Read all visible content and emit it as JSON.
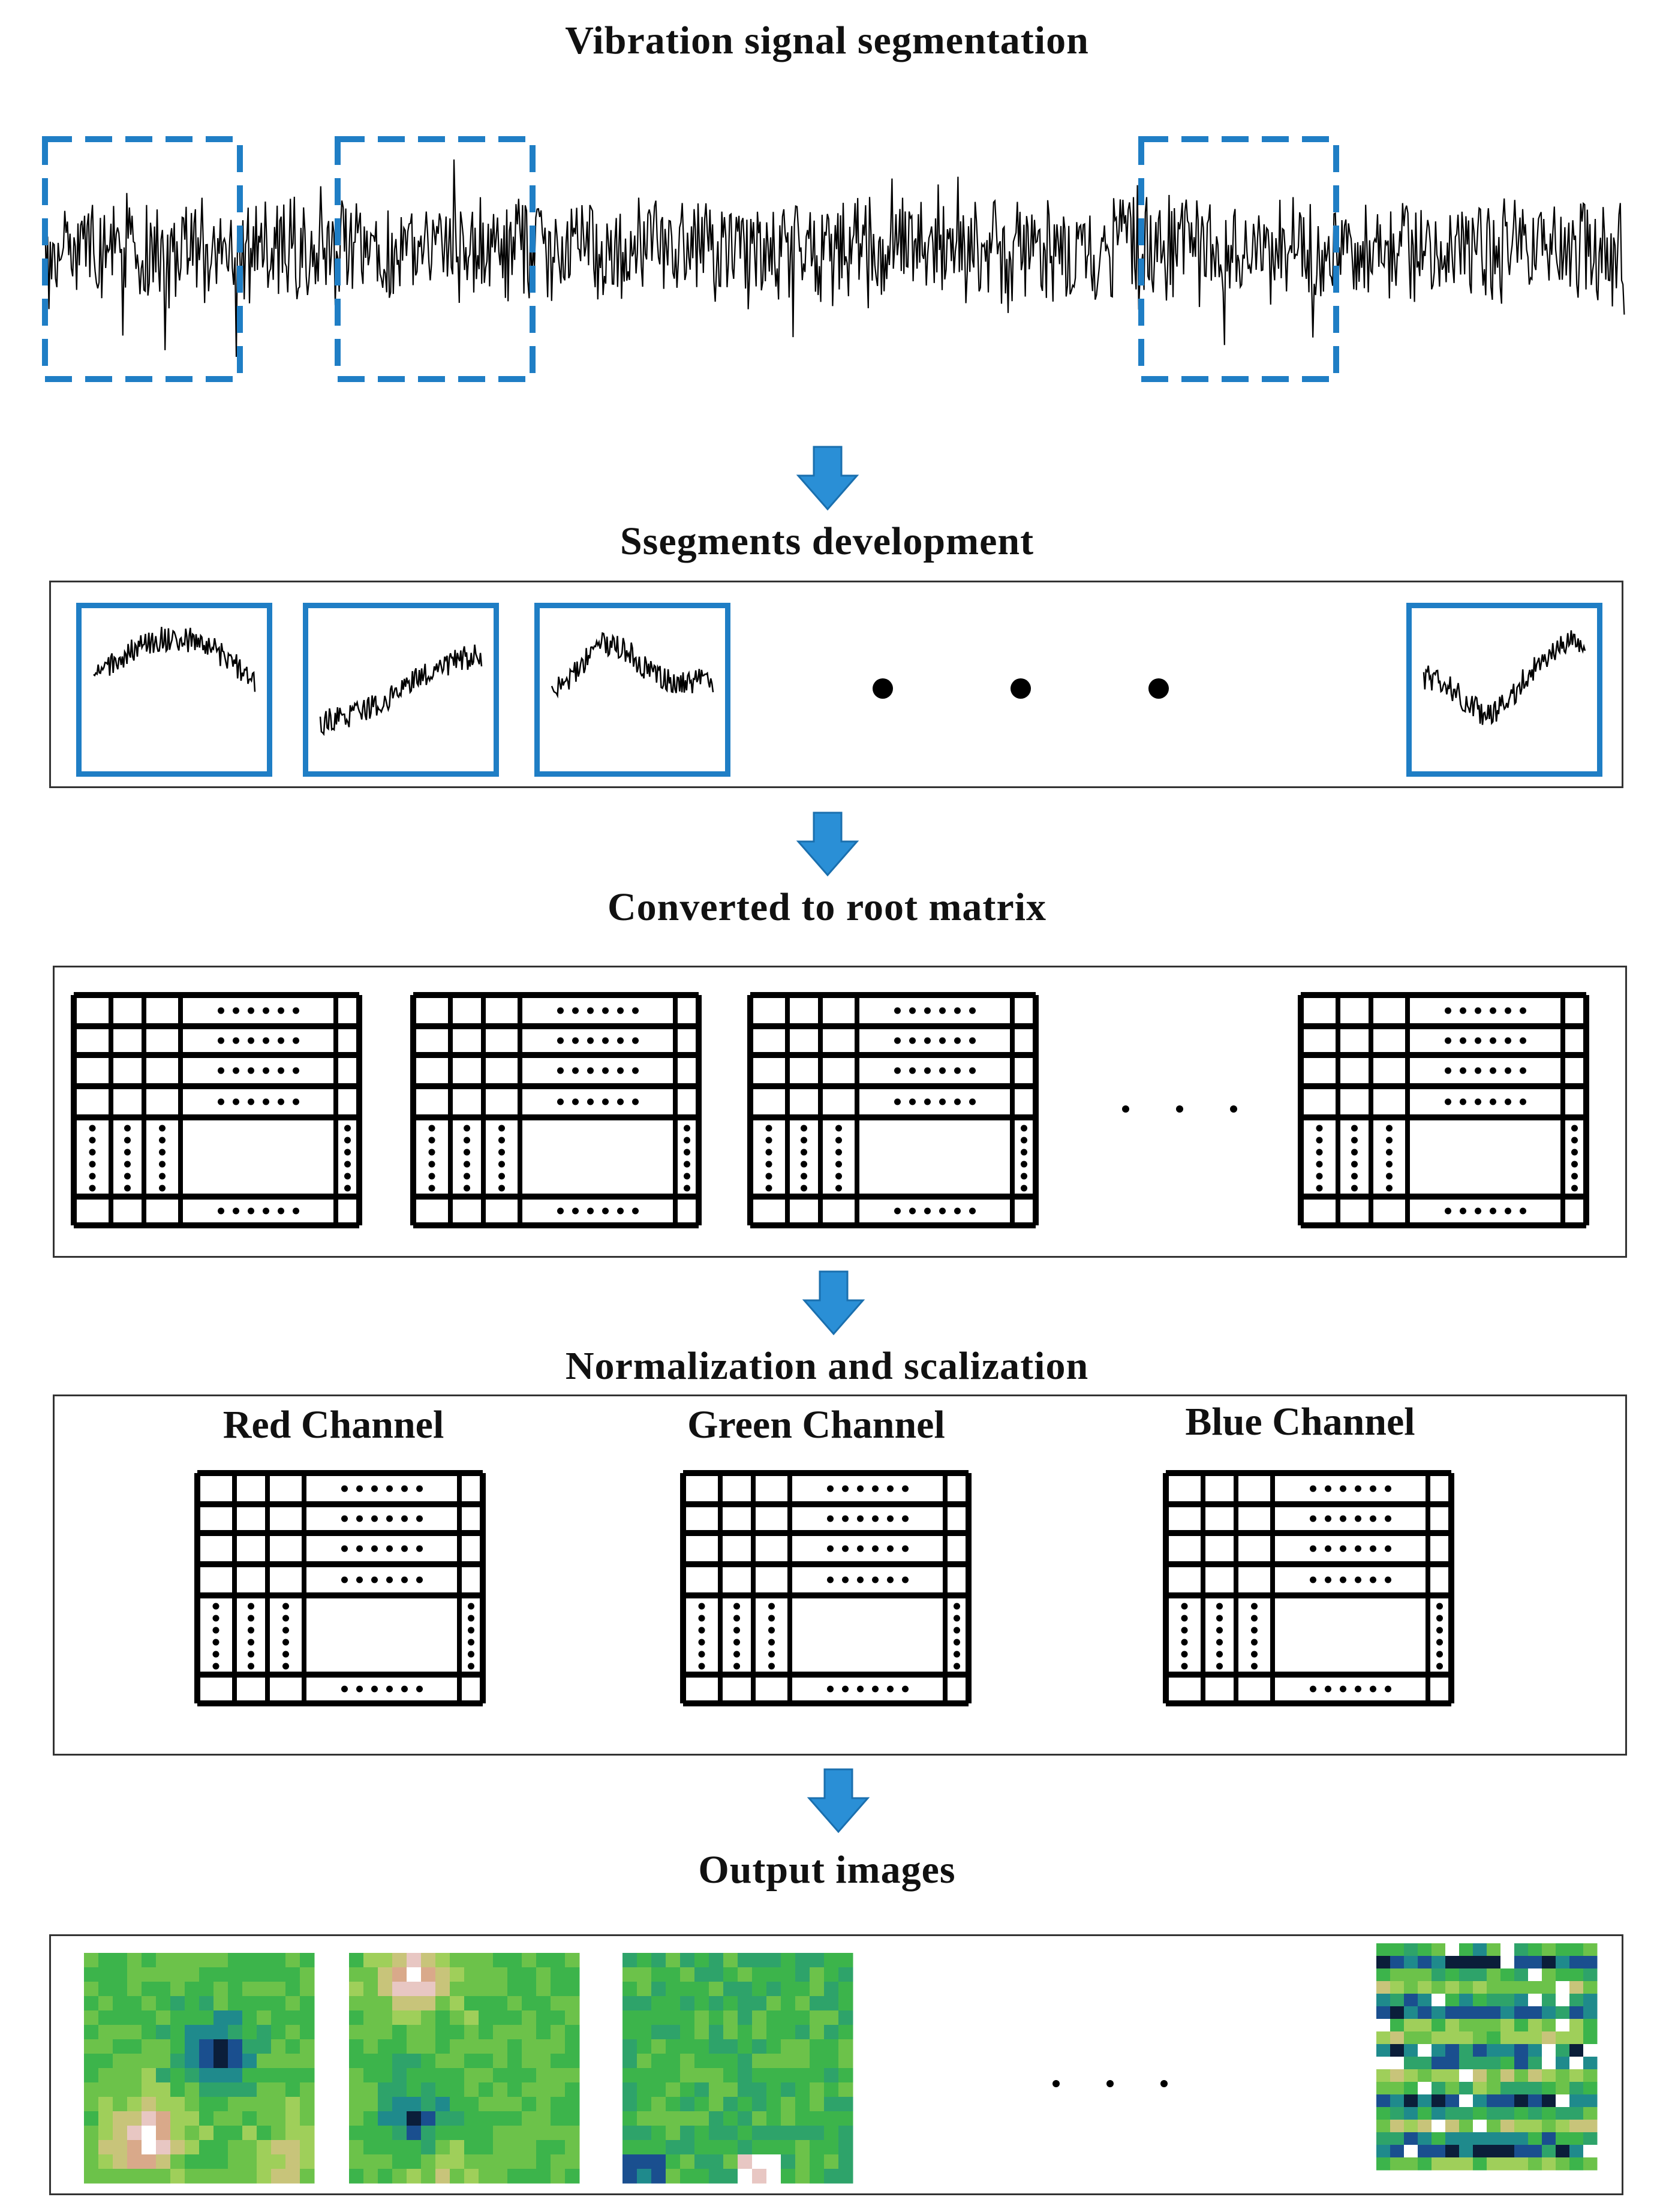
{
  "steps": {
    "segmentation": "Vibration signal segmentation",
    "segments": "Ssegments development",
    "matrix": "Converted to root matrix",
    "normalization": "Normalization and scalization",
    "output": "Output images"
  },
  "channels": [
    {
      "name": "Red Channel"
    },
    {
      "name": "Green Channel"
    },
    {
      "name": "Blue Channel"
    }
  ],
  "colors": {
    "accent_blue": "#1f7ec5",
    "arrow_blue": "#2a8fd6",
    "signal": "#000000",
    "palette": [
      "#0b1e3a",
      "#1a4f8f",
      "#1f8a8c",
      "#2ea36a",
      "#3cb44b",
      "#6cc24a",
      "#9fcf5a",
      "#c8c47a",
      "#d9a98a",
      "#e8c7c3",
      "#ffffff"
    ]
  },
  "icons": {
    "flow_arrow": "arrow-down-icon",
    "ellipsis": "ellipsis-dots-icon"
  }
}
